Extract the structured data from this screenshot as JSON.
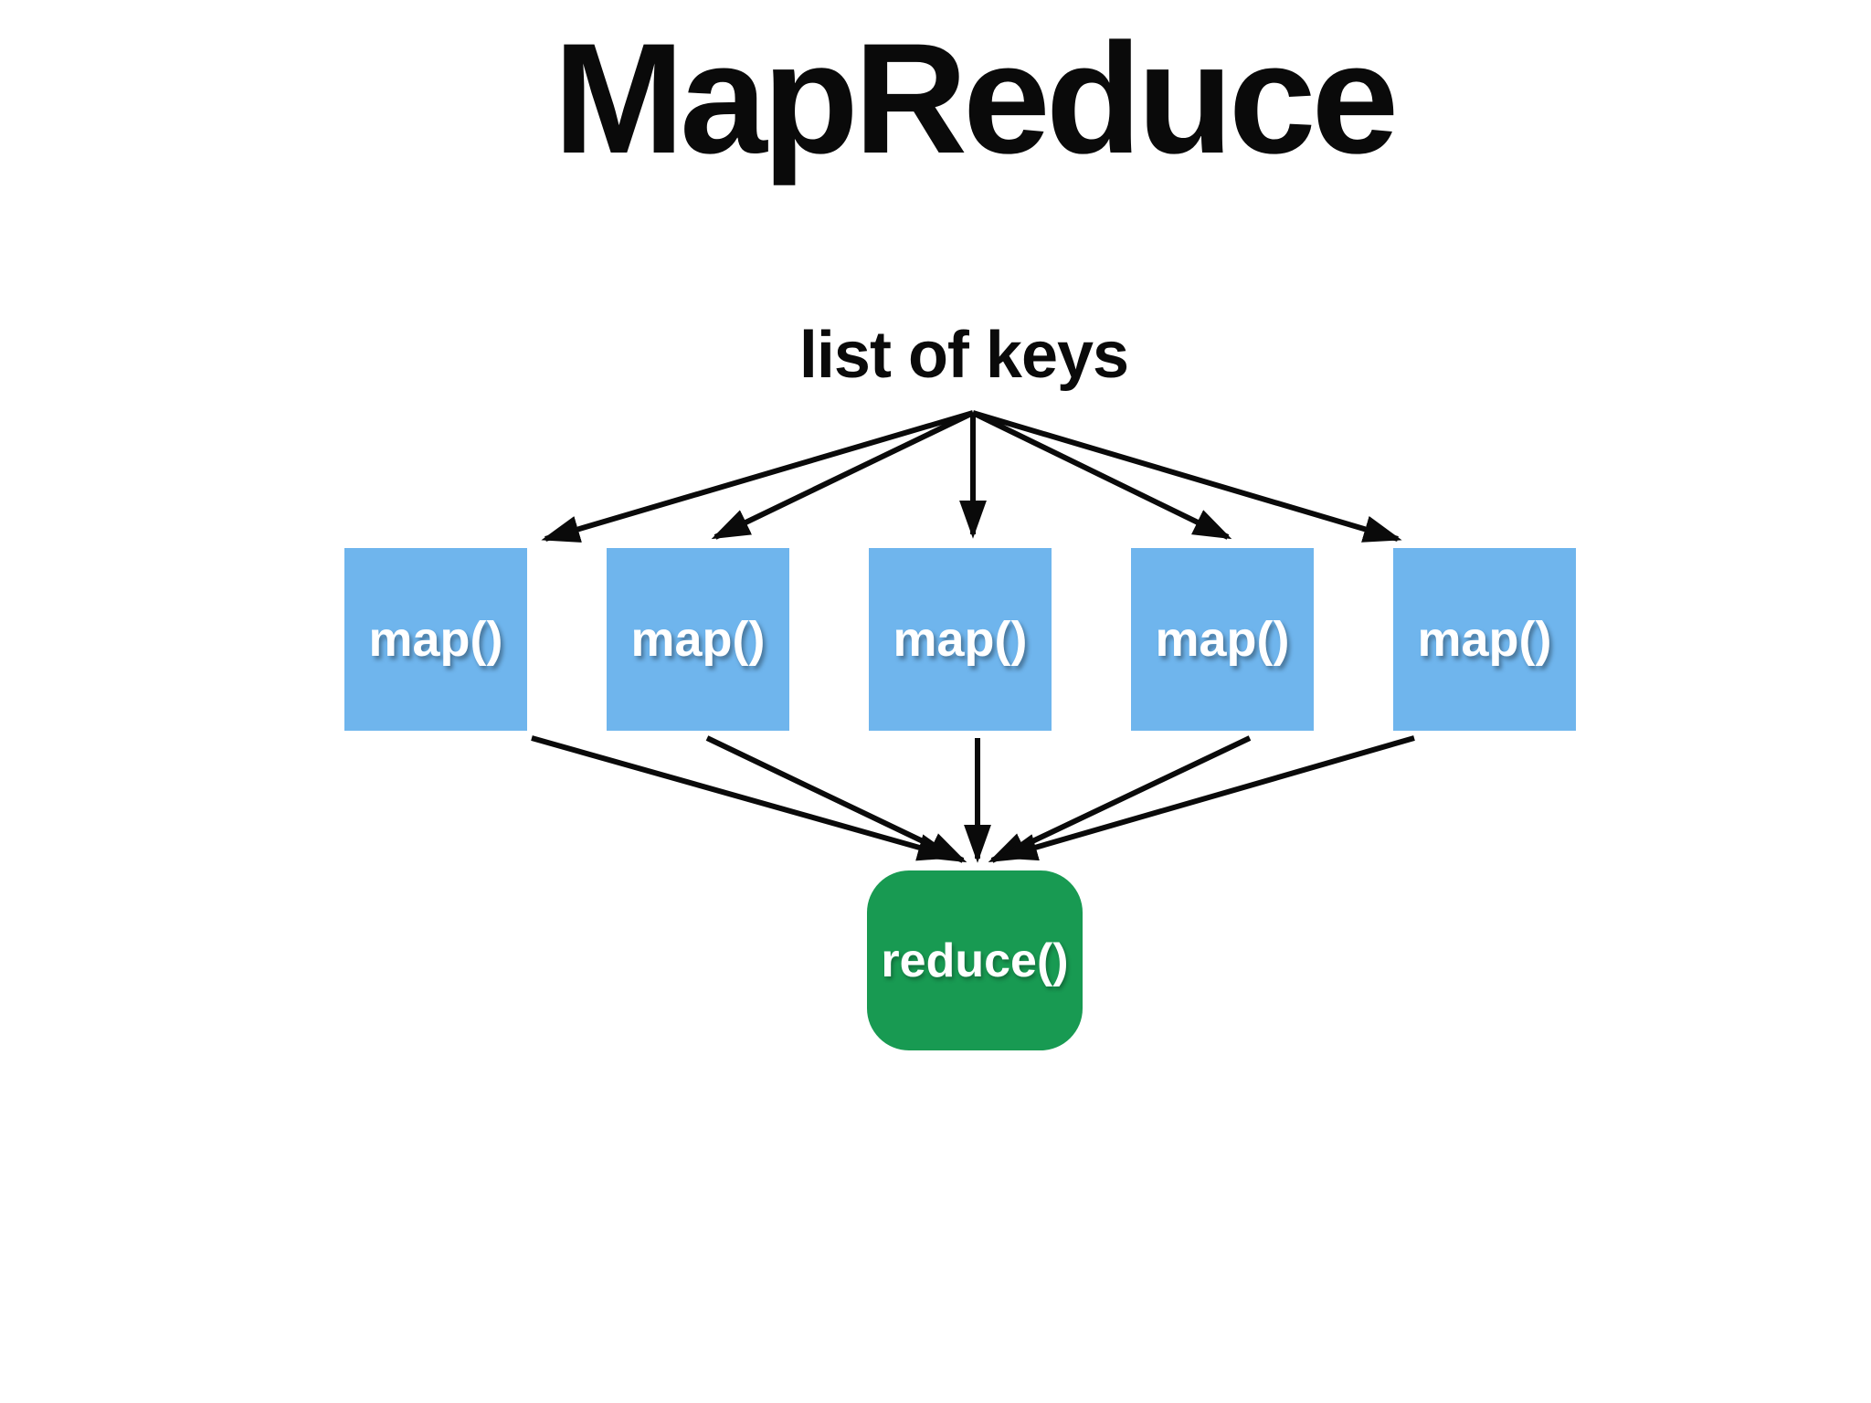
{
  "slide": {
    "title": "MapReduce"
  },
  "diagram": {
    "input_label": "list of keys",
    "map_nodes": [
      {
        "label": "map()"
      },
      {
        "label": "map()"
      },
      {
        "label": "map()"
      },
      {
        "label": "map()"
      },
      {
        "label": "map()"
      }
    ],
    "reduce_node": {
      "label": "reduce()"
    }
  },
  "colors": {
    "map_node_fill": "#6fb5ed",
    "reduce_node_fill": "#189a52",
    "node_text": "#ffffff",
    "arrow": "#0a0a0a",
    "title_text": "#0a0a0a",
    "background": "#ffffff"
  }
}
